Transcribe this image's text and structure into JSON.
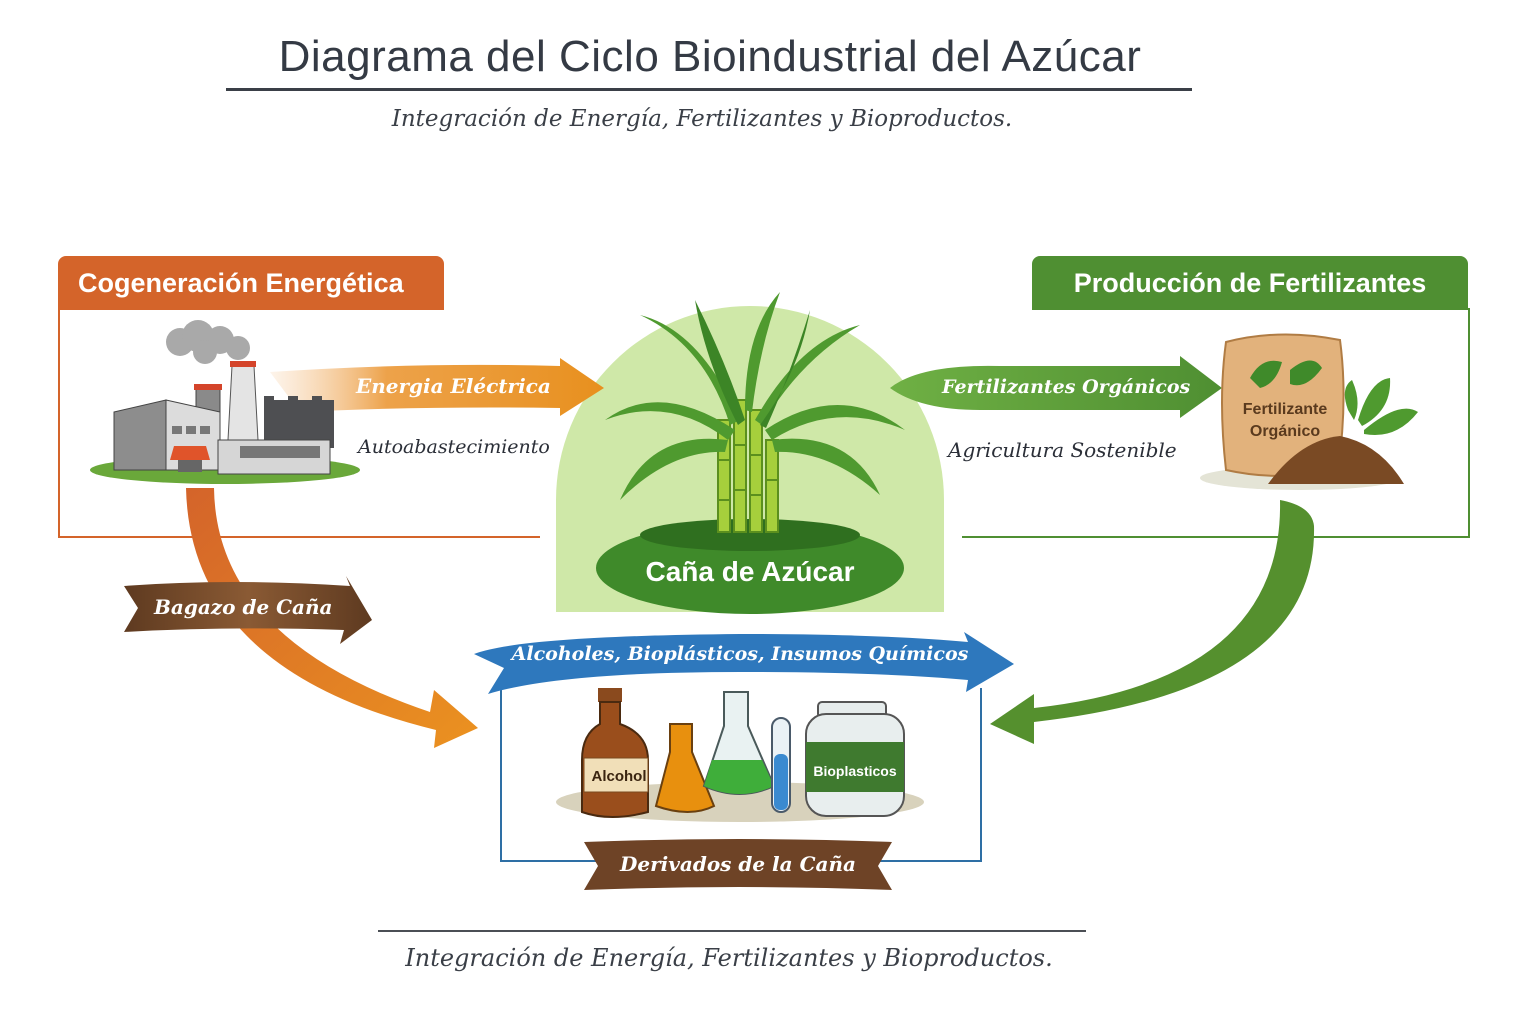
{
  "header": {
    "title": "Diagrama del Ciclo Bioindustrial del Azúcar",
    "subtitle": "Integración de Energía, Fertilizantes y Bioproductos."
  },
  "center": {
    "label": "Caña de Azúcar",
    "icon": "sugarcane-plant-icon"
  },
  "panels": {
    "energy": {
      "title": "Cogeneración Energética",
      "arrow_label": "Energia Eléctrica",
      "caption": "Autoabastecimiento",
      "icon": "factory-icon",
      "color": "#d4642a"
    },
    "fertilizer": {
      "title": "Producción de Fertilizantes",
      "arrow_label": "Fertilizantes Orgánicos",
      "caption": "Agricultura Sostenible",
      "icon": "fertilizer-bag-icon",
      "bag_label_line1": "Fertilizante",
      "bag_label_line2": "Orgánico",
      "color": "#4f8f32"
    },
    "derivatives": {
      "banner_label": "Alcoholes, Bioplásticos, Insumos Químicos",
      "ribbon_label": "Derivados de la Caña",
      "bottle_label": "Alcohol",
      "jar_label": "Bioplasticos",
      "icon": "lab-glassware-icon",
      "color": "#2e78bd"
    }
  },
  "flows": {
    "bagasse_label": "Bagazo de Caña"
  },
  "footer": {
    "text": "Integración de Energía, Fertilizantes y Bioproductos."
  },
  "colors": {
    "orange": "#d4642a",
    "orange_light": "#e8922a",
    "green": "#4f8f32",
    "light_green": "#cfe8a8",
    "blue": "#2e78bd",
    "brown": "#6e4326"
  }
}
